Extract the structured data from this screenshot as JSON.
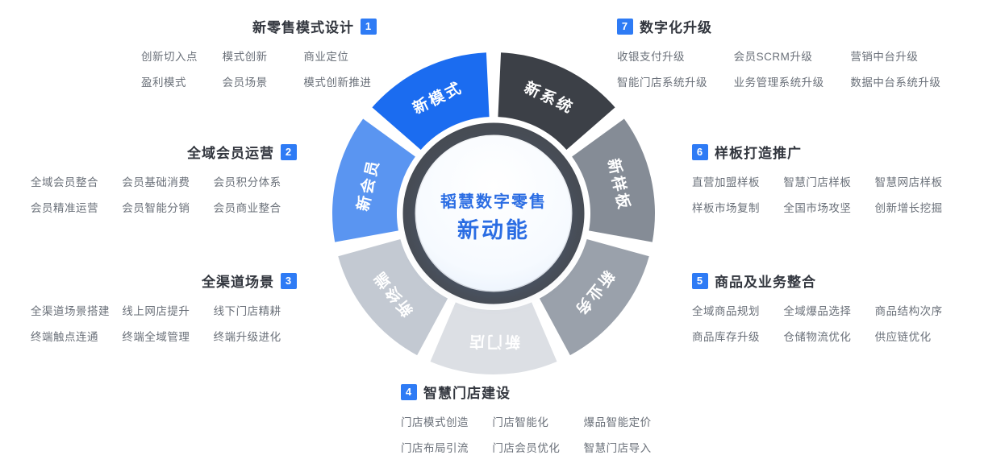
{
  "accent": "#2e7bf5",
  "center": {
    "line1": "韬慧数字零售",
    "line2": "新动能",
    "text_color": "#2b6de3",
    "ring_color": "#474c54"
  },
  "wheel": {
    "segments": [
      {
        "label": "新系统",
        "color": "#3c4047"
      },
      {
        "label": "新样板",
        "color": "#858c96"
      },
      {
        "label": "新业务",
        "color": "#9aa1ab"
      },
      {
        "label": "新门店",
        "color": "#dcdfe4"
      },
      {
        "label": "新终端",
        "color": "#c3c9d2"
      },
      {
        "label": "新会员",
        "color": "#5a95f1"
      },
      {
        "label": "新模式",
        "color": "#1b6cf0"
      }
    ]
  },
  "sections": [
    {
      "num": "1",
      "title": "新零售模式设计",
      "items": [
        [
          "创新切入点",
          "模式创新",
          "商业定位"
        ],
        [
          "盈利模式",
          "会员场景",
          "模式创新推进"
        ]
      ]
    },
    {
      "num": "2",
      "title": "全域会员运营",
      "items": [
        [
          "全域会员整合",
          "会员基础消费",
          "会员积分体系"
        ],
        [
          "会员精准运营",
          "会员智能分销",
          "会员商业整合"
        ]
      ]
    },
    {
      "num": "3",
      "title": "全渠道场景",
      "items": [
        [
          "全渠道场景搭建",
          "线上网店提升",
          "线下门店精耕"
        ],
        [
          "终端触点连通",
          "终端全域管理",
          "终端升级进化"
        ]
      ]
    },
    {
      "num": "4",
      "title": "智慧门店建设",
      "items": [
        [
          "门店模式创造",
          "门店智能化",
          "爆品智能定价"
        ],
        [
          "门店布局引流",
          "门店会员优化",
          "智慧门店导入"
        ]
      ]
    },
    {
      "num": "5",
      "title": "商品及业务整合",
      "items": [
        [
          "全域商品规划",
          "全域爆品选择",
          "商品结构次序"
        ],
        [
          "商品库存升级",
          "仓储物流优化",
          "供应链优化"
        ]
      ]
    },
    {
      "num": "6",
      "title": "样板打造推广",
      "items": [
        [
          "直营加盟样板",
          "智慧门店样板",
          "智慧网店样板"
        ],
        [
          "样板市场复制",
          "全国市场攻坚",
          "创新增长挖掘"
        ]
      ]
    },
    {
      "num": "7",
      "title": "数字化升级",
      "items": [
        [
          "收银支付升级",
          "会员SCRM升级",
          "营销中台升级"
        ],
        [
          "智能门店系统升级",
          "业务管理系统升级",
          "数据中台系统升级"
        ]
      ]
    }
  ]
}
